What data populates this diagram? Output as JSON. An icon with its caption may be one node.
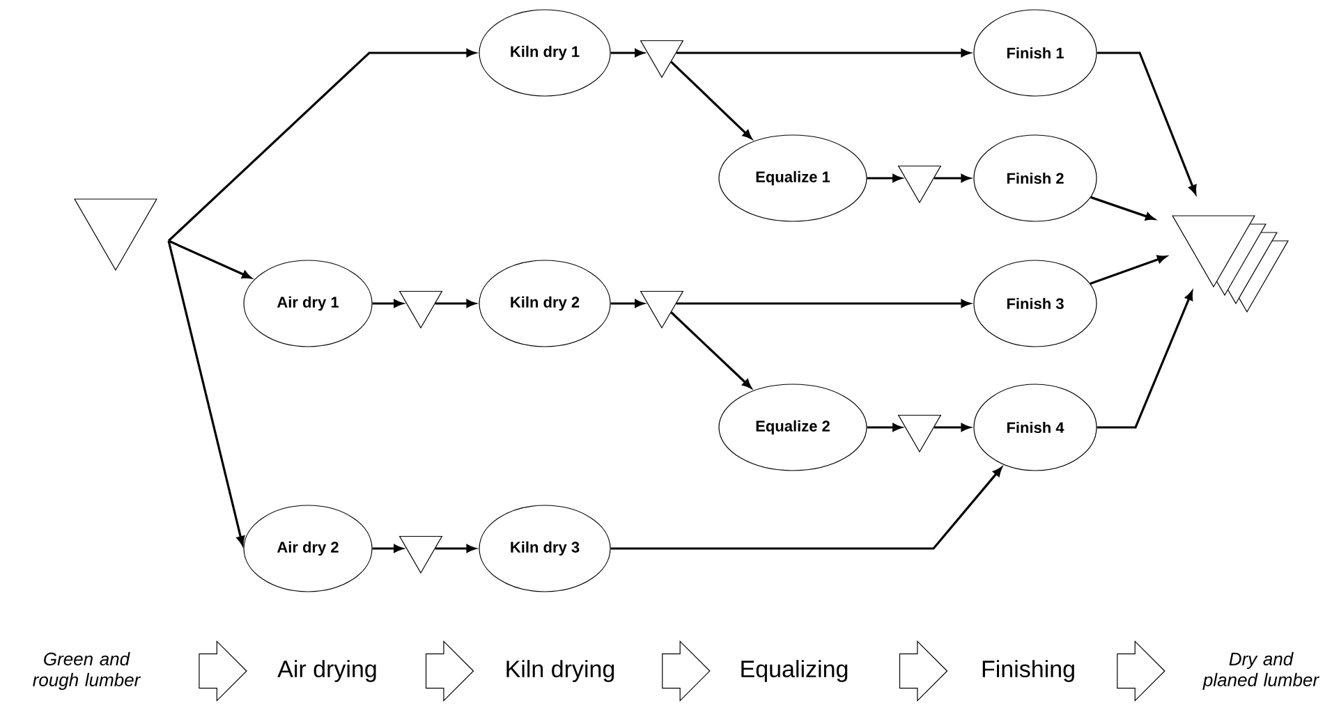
{
  "diagram": {
    "nodes": [
      {
        "text": [],
        "shape": "triangle"
      },
      {
        "text": [
          "Kiln dry 1"
        ]
      },
      {
        "text": [],
        "shape": "triangle"
      },
      {
        "text": [
          "Finish 1"
        ]
      },
      {
        "text": [
          "Equalize 1"
        ]
      },
      {
        "text": [],
        "shape": "triangle"
      },
      {
        "text": [
          "Finish 2"
        ]
      },
      {
        "text": [
          "Air dry 1"
        ]
      },
      {
        "text": [],
        "shape": "triangle"
      },
      {
        "text": [
          "Kiln dry 2"
        ]
      },
      {
        "text": [],
        "shape": "triangle"
      },
      {
        "text": [
          "Finish 3"
        ]
      },
      {
        "text": [
          "Equalize 2"
        ]
      },
      {
        "text": [],
        "shape": "triangle"
      },
      {
        "text": [
          "Finish 4"
        ]
      },
      {
        "text": [
          "Air dry 2"
        ]
      },
      {
        "text": [],
        "shape": "triangle"
      },
      {
        "text": [
          "Kiln dry 3"
        ]
      },
      {
        "text": [],
        "shape": "triangle"
      },
      {
        "text": [
          "Green and rough lumber"
        ]
      },
      {
        "text": [
          "Air drying"
        ]
      },
      {
        "text": [
          "Kiln drying"
        ]
      },
      {
        "text": [
          "Equalizing"
        ]
      },
      {
        "text": [
          "Finishing"
        ]
      },
      {
        "text": [
          "Dry and planed lumber"
        ]
      }
    ],
    "edges": [
      {
        "from": 0,
        "to": 1,
        "arrow": "to"
      },
      {
        "from": 0,
        "to": 7,
        "arrow": "to"
      },
      {
        "from": 0,
        "to": 15,
        "arrow": "to"
      },
      {
        "from": 1,
        "to": 2,
        "arrow": "to"
      },
      {
        "from": 2,
        "to": 3,
        "arrow": "to"
      },
      {
        "from": 2,
        "to": 4,
        "arrow": "to"
      },
      {
        "from": 4,
        "to": 5,
        "arrow": "to"
      },
      {
        "from": 5,
        "to": 6,
        "arrow": "to"
      },
      {
        "from": 7,
        "to": 8,
        "arrow": "to"
      },
      {
        "from": 8,
        "to": 9,
        "arrow": "to"
      },
      {
        "from": 9,
        "to": 10,
        "arrow": "to"
      },
      {
        "from": 10,
        "to": 11,
        "arrow": "to"
      },
      {
        "from": 10,
        "to": 12,
        "arrow": "to"
      },
      {
        "from": 12,
        "to": 13,
        "arrow": "to"
      },
      {
        "from": 13,
        "to": 14,
        "arrow": "to"
      },
      {
        "from": 15,
        "to": 16,
        "arrow": "to"
      },
      {
        "from": 16,
        "to": 17,
        "arrow": "to"
      },
      {
        "from": 17,
        "to": 14,
        "arrow": "to"
      },
      {
        "from": 3,
        "to": 18,
        "arrow": "to"
      },
      {
        "from": 6,
        "to": 18,
        "arrow": "to"
      },
      {
        "from": 11,
        "to": 18,
        "arrow": "to"
      },
      {
        "from": 14,
        "to": 18,
        "arrow": "to"
      },
      {
        "from": 19,
        "to": 20,
        "arrow": "to",
        "style": "thick"
      },
      {
        "from": 20,
        "to": 21,
        "arrow": "to",
        "style": "thick"
      },
      {
        "from": 21,
        "to": 22,
        "arrow": "to",
        "style": "thick"
      },
      {
        "from": 22,
        "to": 23,
        "arrow": "to",
        "style": "thick"
      },
      {
        "from": 23,
        "to": 24,
        "arrow": "to",
        "style": "thick"
      }
    ]
  }
}
